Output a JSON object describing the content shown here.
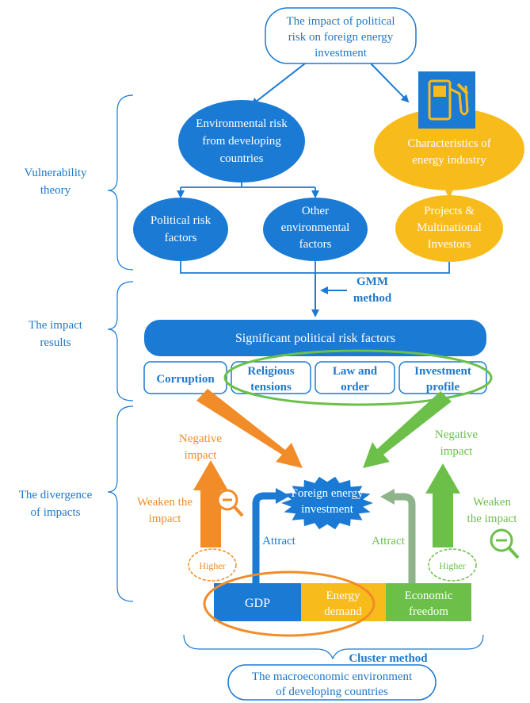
{
  "title_box": {
    "line1": "The impact of political",
    "line2": "risk on foreign energy",
    "line3": "investment"
  },
  "sections": {
    "vulnerability": {
      "line1": "Vulnerability",
      "line2": "theory"
    },
    "impact_results": {
      "line1": "The impact",
      "line2": "results"
    },
    "divergence": {
      "line1": "The divergence",
      "line2": "of impacts"
    }
  },
  "nodes": {
    "environmental_risk": {
      "line1": "Environmental risk",
      "line2": "from developing",
      "line3": "countries"
    },
    "energy_industry": {
      "line1": "Characteristics of",
      "line2": "energy industry"
    },
    "political_factors": {
      "line1": "Political risk",
      "line2": "factors"
    },
    "other_factors": {
      "line1": "Other",
      "line2": "environmental",
      "line3": "factors"
    },
    "projects": {
      "line1": "Projects &",
      "line2": "Multinational",
      "line3": "Investors"
    }
  },
  "gmm": {
    "line1": "GMM",
    "line2": "method"
  },
  "significant_bar": "Significant political risk factors",
  "factors": {
    "corruption": {
      "line1": "Corruption"
    },
    "religious": {
      "line1": "Religious",
      "line2": "tensions"
    },
    "law": {
      "line1": "Law and",
      "line2": "order"
    },
    "investment": {
      "line1": "Investment",
      "line2": "profile"
    }
  },
  "center_star": {
    "line1": "Foreign energy",
    "line2": "investment"
  },
  "left_side": {
    "negative": {
      "line1": "Negative",
      "line2": "impact"
    },
    "weaken": {
      "line1": "Weaken the",
      "line2": "impact"
    },
    "higher": "Higher",
    "attract": "Attract"
  },
  "right_side": {
    "negative": {
      "line1": "Negative",
      "line2": "impact"
    },
    "weaken": {
      "line1": "Weaken",
      "line2": "the impact"
    },
    "higher": "Higher",
    "attract": "Attract"
  },
  "bottom_bar": {
    "gdp": "GDP",
    "energy": {
      "line1": "Energy",
      "line2": "demand"
    },
    "freedom": {
      "line1": "Economic",
      "line2": "freedom"
    }
  },
  "cluster_method": "Cluster  method",
  "macro_box": {
    "line1": "The macroeconomic environment",
    "line2": "of developing countries"
  },
  "colors": {
    "blue": "#1a7ad4",
    "orange": "#f28c28",
    "yellow": "#f7bb1b",
    "green": "#6cc04a",
    "grey_green": "#8fb38a"
  },
  "icons": [
    "fuel-pump-icon",
    "magnifier-minus-icon"
  ]
}
